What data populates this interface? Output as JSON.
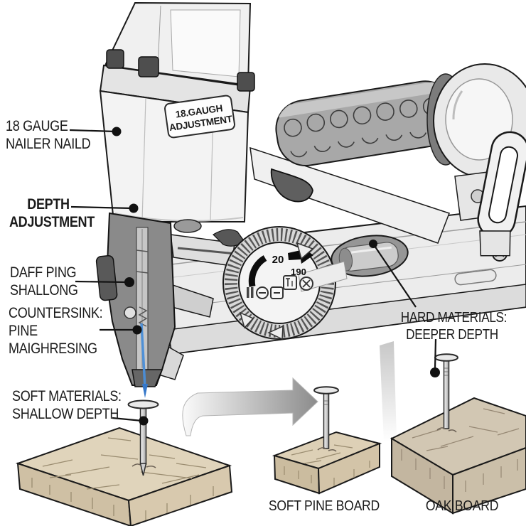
{
  "callouts": {
    "gauge": {
      "line1": "18 GAUGE",
      "line2": "NAILER NAILD"
    },
    "depth": {
      "line1": "DEPTH",
      "line2": "ADJUSTMENT"
    },
    "daff_ping": {
      "line1": "DAFF PING",
      "line2": "SHALLONG"
    },
    "countersink": {
      "line1": "COUNTERSINK:",
      "line2": "PINE",
      "line3": "MAIGHRESING"
    },
    "soft_materials": {
      "line1": "SOFT MATERIALS:",
      "line2": "SHALLOW DEPTH"
    },
    "hard_materials": {
      "line1": "HARD MATERIALS:",
      "line2": "DEEPER DEPTH"
    }
  },
  "tool": {
    "plate_label": {
      "line1": "18.GAUGH",
      "line2": "ADJUSTMENT"
    },
    "dial": {
      "value_low": "20",
      "value_high": "190"
    }
  },
  "boards": {
    "pine_label": "SOFT PINE BOARD",
    "oak_label": "OAK BOARD"
  },
  "colors": {
    "line": "#1a1a1a",
    "beam_blue": "#3f86d6",
    "pine_wood_top": "#ddd1b8",
    "oak_wood_top": "#d2c7b3",
    "metal_light": "#f2f2f2",
    "metal_mid": "#d8d8d8",
    "grip_gray": "#a8a8a8",
    "nose_gray": "#8a8a8a",
    "arrow_gray": "#8c8c8c"
  }
}
